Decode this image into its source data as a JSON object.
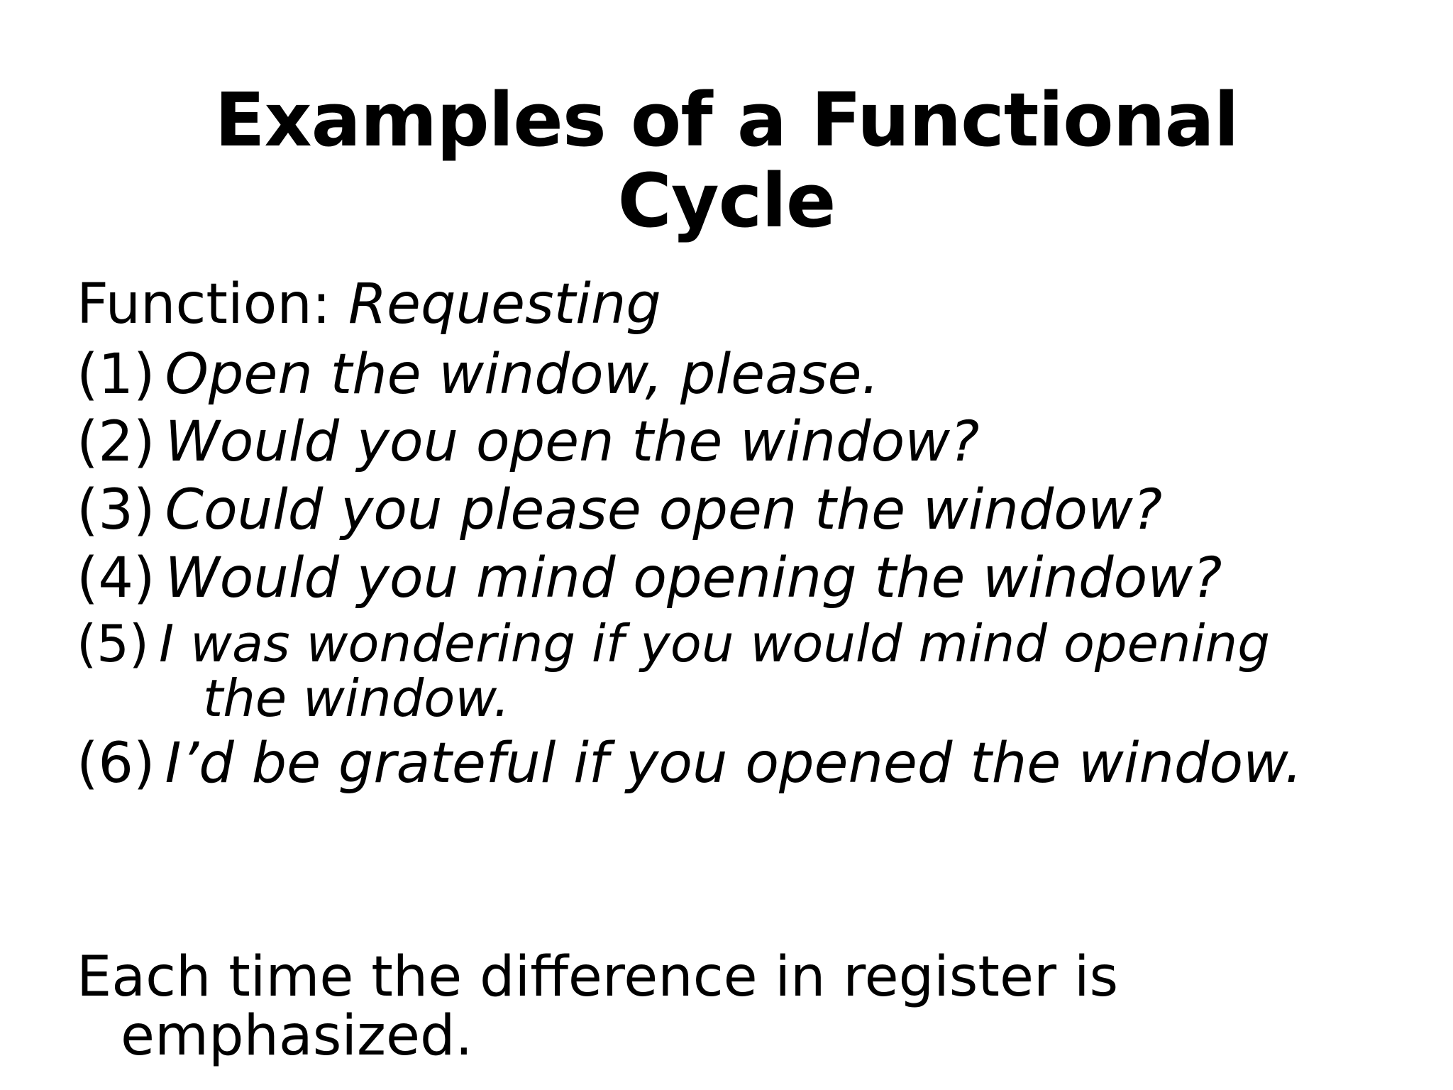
{
  "slide": {
    "background_color": "#ffffff",
    "text_color": "#000000",
    "title": "Examples of a Functional Cycle",
    "function_label": "Function:",
    "function_value": "Requesting",
    "items": [
      {
        "number": "(1)",
        "text": "Open the window, please.",
        "continuation": ""
      },
      {
        "number": "(2)",
        "text": "Would you open the window?",
        "continuation": ""
      },
      {
        "number": "(3)",
        "text": "Could you please open the window?",
        "continuation": ""
      },
      {
        "number": "(4)",
        "text": "Would you mind opening the window?",
        "continuation": ""
      },
      {
        "number": "(5)",
        "text": "I was wondering if you would mind opening",
        "continuation": "the window."
      },
      {
        "number": "(6)",
        "text": "I’d be grateful if you opened the window.",
        "continuation": ""
      }
    ],
    "closing_line_1": "Each time the difference in register is",
    "closing_line_2": "emphasized."
  }
}
